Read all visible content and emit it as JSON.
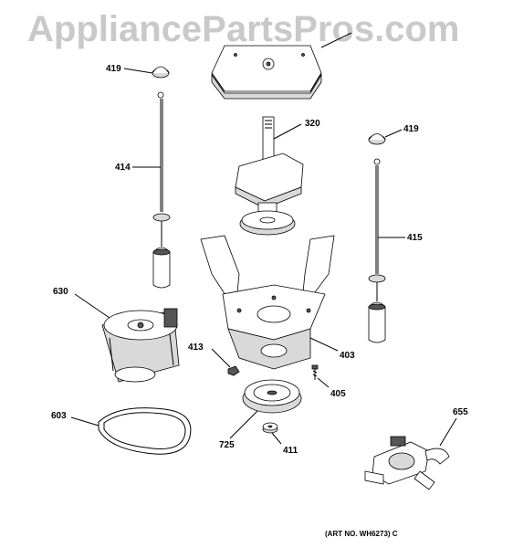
{
  "watermark": "AppliancePartsPros.com",
  "callouts": {
    "p419_left": "419",
    "p414": "414",
    "p320": "320",
    "p419_right": "419",
    "p415": "415",
    "p630": "630",
    "p413": "413",
    "p403": "403",
    "p405": "405",
    "p603": "603",
    "p725": "725",
    "p411": "411",
    "p655": "655"
  },
  "art_number": "(ART NO. WH6273) C"
}
